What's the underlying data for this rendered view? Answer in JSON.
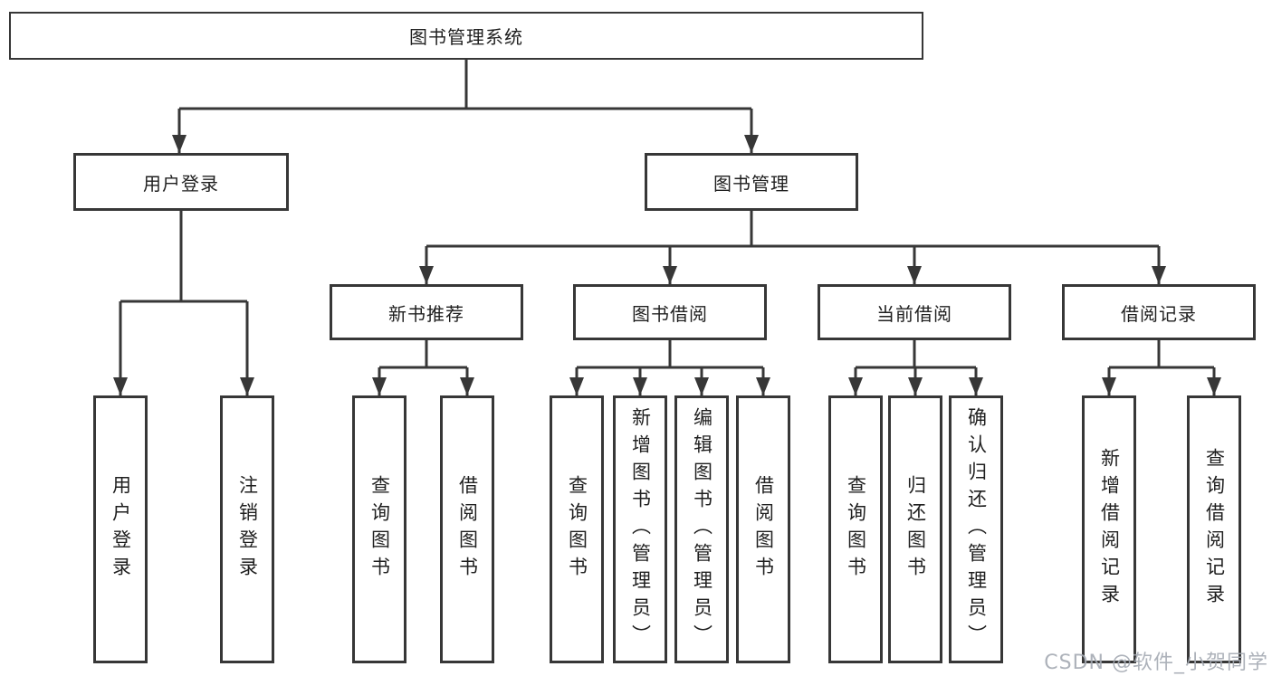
{
  "diagram_title": "图书管理系统",
  "tree": {
    "root": {
      "label": "图书管理系统"
    },
    "branches": [
      {
        "label": "用户登录",
        "children": [
          {
            "label": "用户登录"
          },
          {
            "label": "注销登录"
          }
        ]
      },
      {
        "label": "图书管理",
        "children": [
          {
            "label": "新书推荐",
            "children": [
              {
                "label": "查询图书"
              },
              {
                "label": "借阅图书"
              }
            ]
          },
          {
            "label": "图书借阅",
            "children": [
              {
                "label": "查询图书"
              },
              {
                "label": "新增图书（管理员）"
              },
              {
                "label": "编辑图书（管理员）"
              },
              {
                "label": "借阅图书"
              }
            ]
          },
          {
            "label": "当前借阅",
            "children": [
              {
                "label": "查询图书"
              },
              {
                "label": "归还图书"
              },
              {
                "label": "确认归还（管理员）"
              }
            ]
          },
          {
            "label": "借阅记录",
            "children": [
              {
                "label": "新增借阅记录"
              },
              {
                "label": "查询借阅记录"
              }
            ]
          }
        ]
      }
    ]
  },
  "watermark": "CSDN @软件_小贺同学",
  "colors": {
    "line": "#373737",
    "box_border": "#373737",
    "text": "#1f1f1f",
    "background": "#ffffff",
    "watermark": "#a4aab2"
  }
}
